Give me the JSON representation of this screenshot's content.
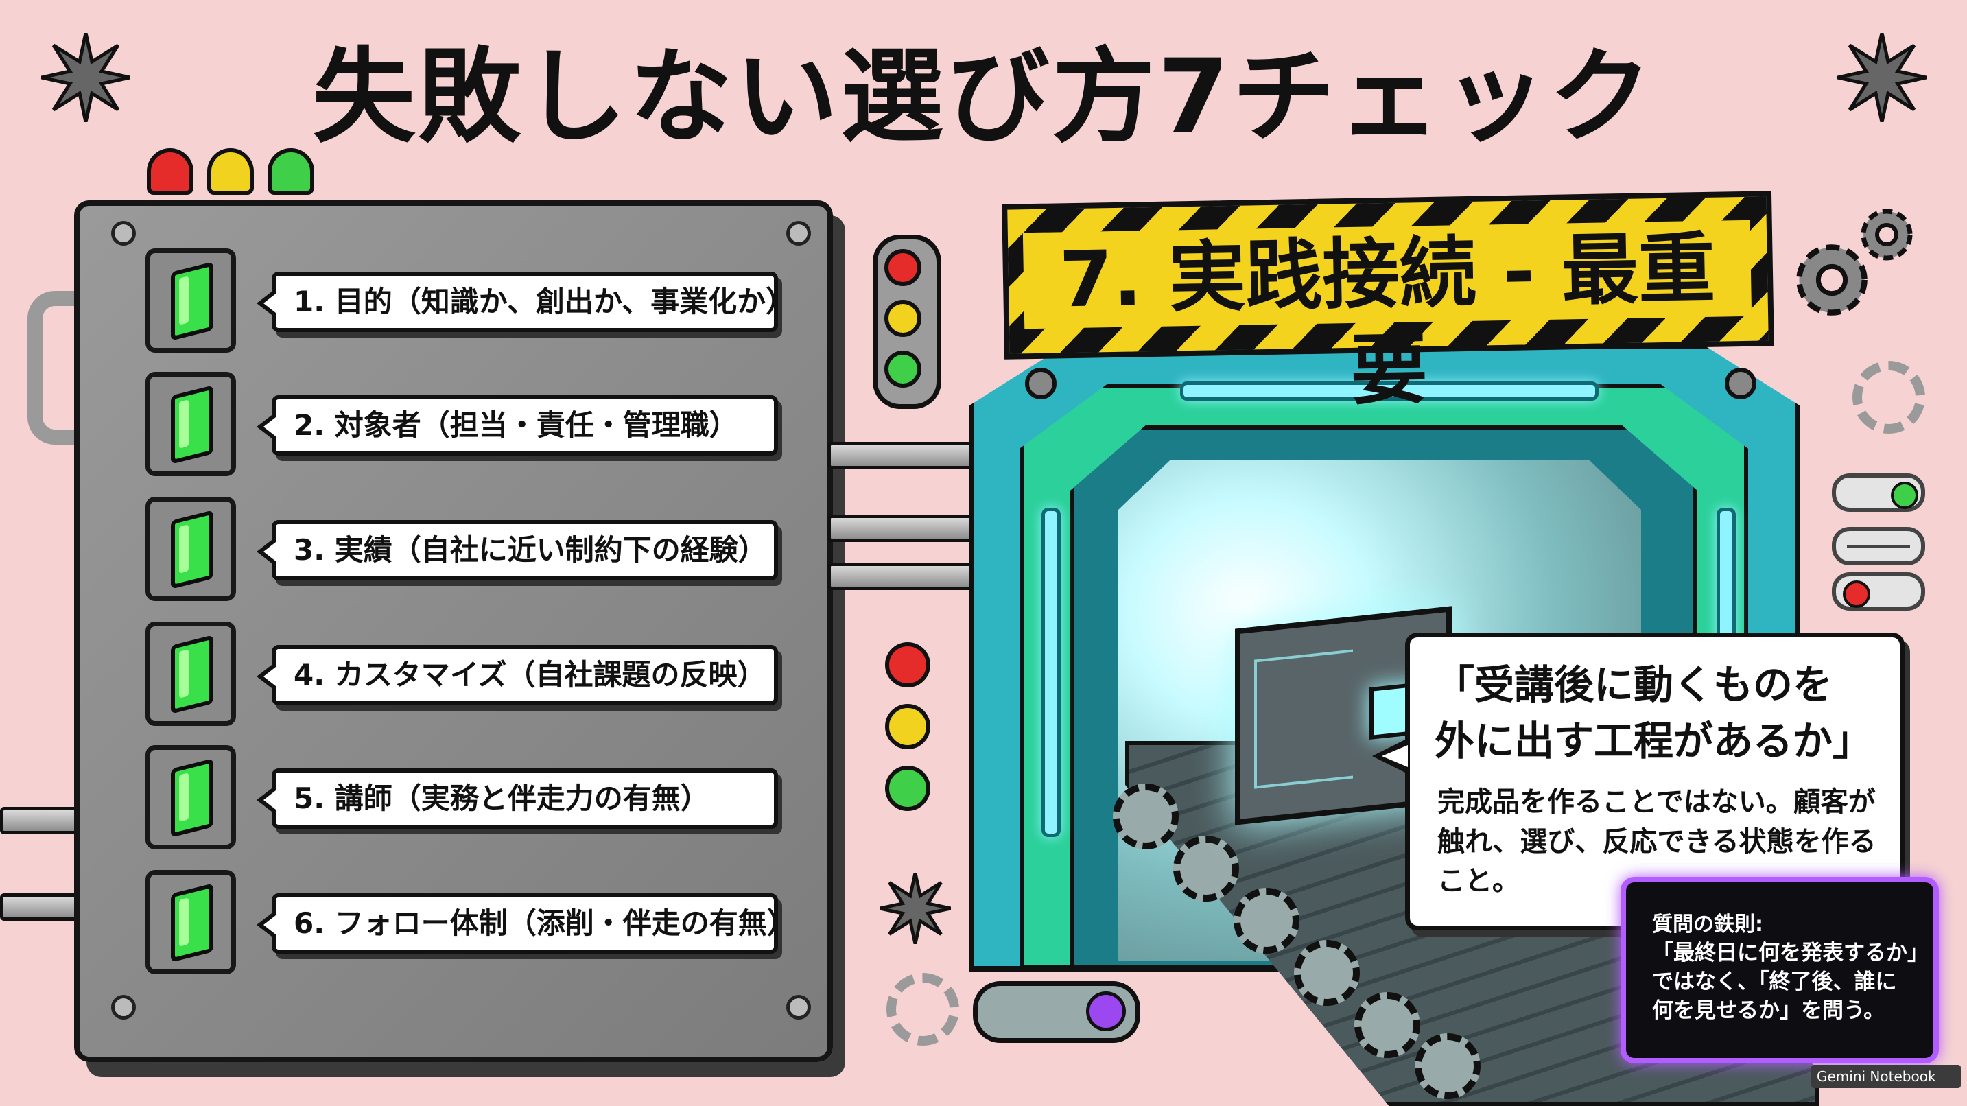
{
  "title": "失敗しない選び方7チェック",
  "checklist": [
    {
      "label": "1. 目的（知識か、創出か、事業化か）"
    },
    {
      "label": "2. 対象者（担当・責任・管理職）"
    },
    {
      "label": "3. 実績（自社に近い制約下の経験）"
    },
    {
      "label": "4. カスタマイズ（自社課題の反映）"
    },
    {
      "label": "5. 講師（実務と伴走力の有無）"
    },
    {
      "label": "6. フォロー体制（添削・伴走の有無）"
    }
  ],
  "highlight": {
    "sign": "7. 実践接続 - 最重要",
    "quote_line1": "「受講後に動くものを",
    "quote_line2": "外に出す工程があるか」",
    "description": "完成品を作ることではない。顧客が触れ、選び、反応できる状態を作ること。"
  },
  "tip": {
    "title": "質問の鉄則:",
    "line1": "「最終日に何を発表するか」",
    "line2": "ではなく、「終了後、誰に",
    "line3": "何を見せるか」を問う。"
  },
  "footer": {
    "brand": "Gemini Notebook"
  },
  "colors": {
    "background": "#f6d3d2",
    "switch_green": "#39e04a",
    "hazard_yellow": "#f4d31f",
    "gate_teal": "#2fb4c2",
    "tip_border": "#b35cff"
  },
  "icons": [
    "starburst-icon",
    "gear-icon",
    "loading-ring-icon",
    "toggle-icon"
  ]
}
